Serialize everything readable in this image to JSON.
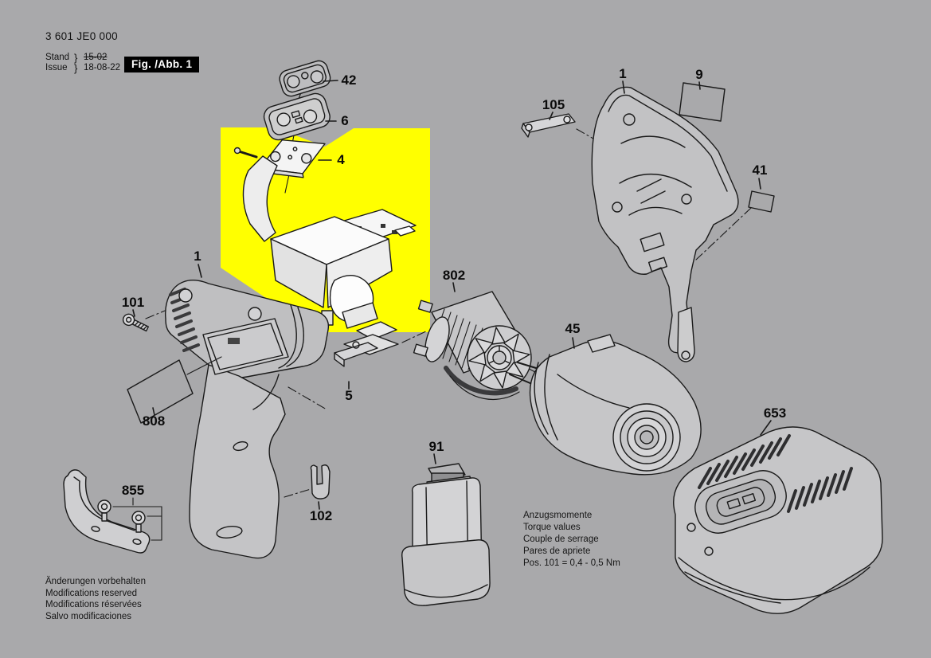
{
  "header": {
    "part_number": "3 601 JE0 000",
    "stand_label": "Stand",
    "issue_label": "Issue",
    "brace": "}",
    "old_date": "15-02",
    "new_date": "18-08-22",
    "figure_label": "Fig. /Abb. 1"
  },
  "footer": {
    "lines": [
      "Änderungen vorbehalten",
      "Modifications reserved",
      "Modifications réservées",
      "Salvo modificaciones"
    ]
  },
  "torque_note": {
    "lines": [
      "Anzugsmomente",
      "Torque values",
      "Couple de serrage",
      "Pares de apriete"
    ],
    "value_line": "Pos. 101  =  0,4  -  0,5 Nm"
  },
  "colors": {
    "background": "#a9a9ab",
    "highlight": "#ffff00",
    "line": "#1a1a1a",
    "figure_box_bg": "#000000",
    "figure_box_text": "#ffffff"
  },
  "highlighted_part_number": "4",
  "parts": [
    {
      "number": "42",
      "name": "sealing-plate"
    },
    {
      "number": "6",
      "name": "switch-keypad"
    },
    {
      "number": "4",
      "name": "electronics-board"
    },
    {
      "number": "1",
      "name": "housing-left"
    },
    {
      "number": "101",
      "name": "screw"
    },
    {
      "number": "808",
      "name": "label-sticker"
    },
    {
      "number": "855",
      "name": "belt-clip-with-screws"
    },
    {
      "number": "102",
      "name": "u-clip"
    },
    {
      "number": "5",
      "name": "slide-piece"
    },
    {
      "number": "91",
      "name": "battery-pack"
    },
    {
      "number": "802",
      "name": "motor"
    },
    {
      "number": "45",
      "name": "impact-gearbox"
    },
    {
      "number": "105",
      "name": "cover-strip"
    },
    {
      "number": "1",
      "name": "housing-right"
    },
    {
      "number": "9",
      "name": "label-sticker"
    },
    {
      "number": "41",
      "name": "label-sticker"
    },
    {
      "number": "653",
      "name": "charger"
    }
  ]
}
